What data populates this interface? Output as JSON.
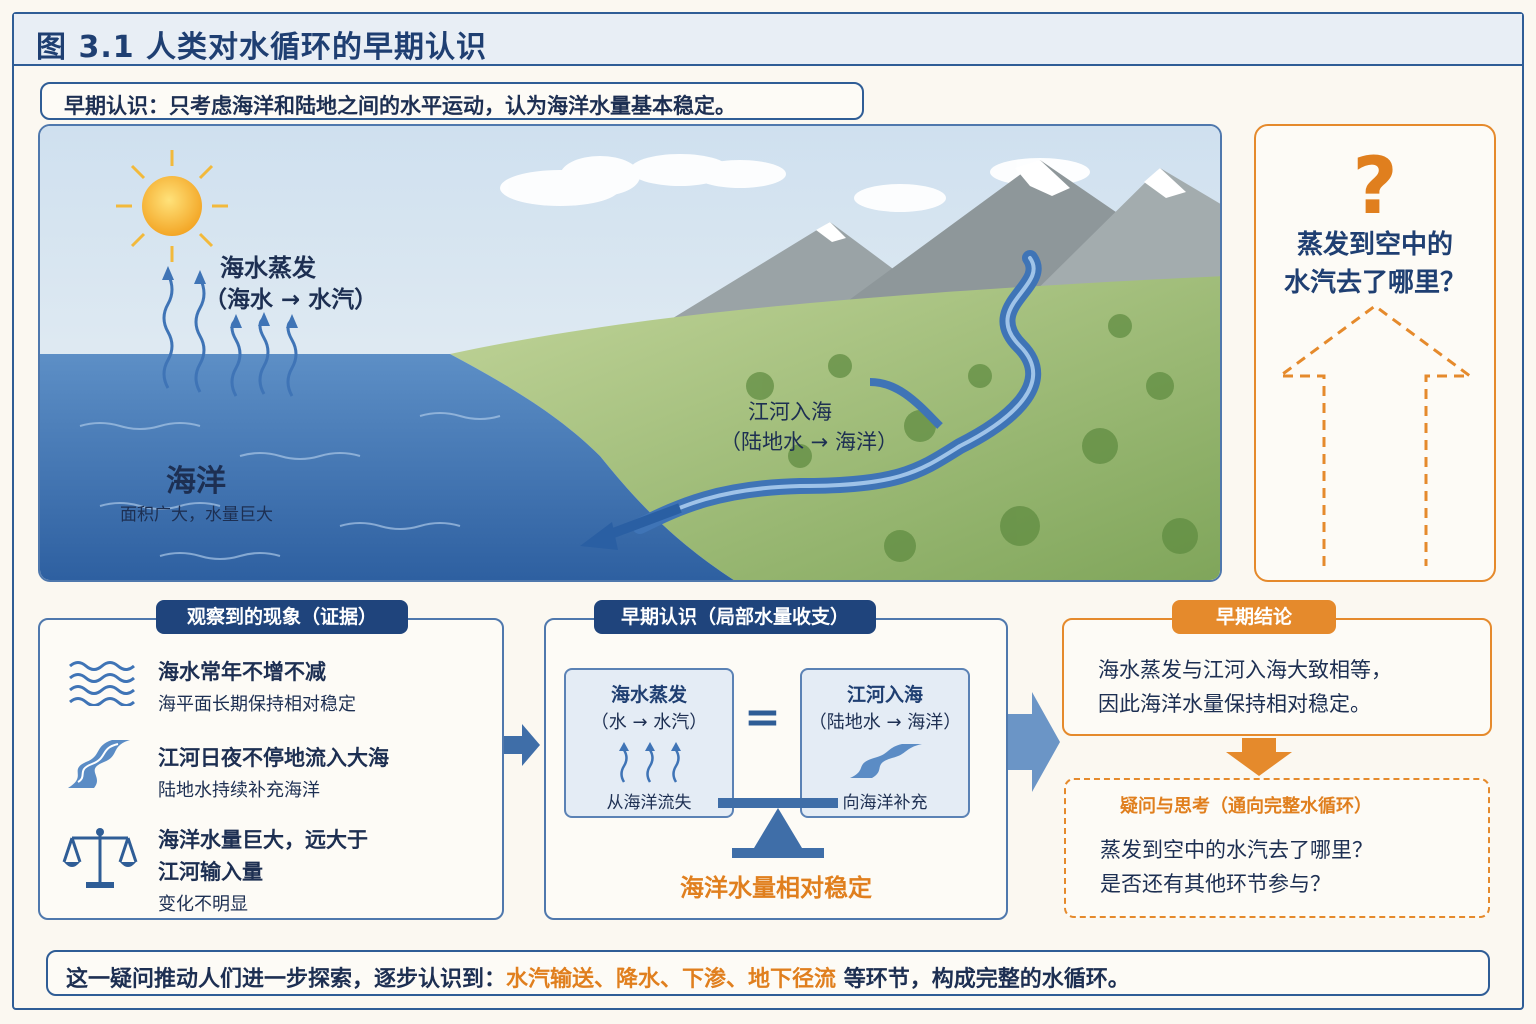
{
  "title": "图 3.1    人类对水循环的早期认识",
  "intro": "早期认识：只考虑海洋和陆地之间的水平运动，认为海洋水量基本稳定。",
  "scene": {
    "evaporation_label": "海水蒸发",
    "evaporation_sub": "（海水 → 水汽）",
    "ocean_label": "海洋",
    "ocean_sub": "面积广大，水量巨大",
    "river_label": "江河入海",
    "river_sub": "（陆地水 → 海洋）"
  },
  "question_box": {
    "mark": "?",
    "line1": "蒸发到空中的",
    "line2": "水汽去了哪里？"
  },
  "observations": {
    "tag": "观察到的现象（证据）",
    "items": [
      {
        "icon": "waves-icon",
        "main": "海水常年不增不减",
        "sub": "海平面长期保持相对稳定"
      },
      {
        "icon": "river-icon",
        "main": "江河日夜不停地流入大海",
        "sub": "陆地水持续补充海洋"
      },
      {
        "icon": "scale-icon",
        "main": "海洋水量巨大，远大于",
        "main2": "江河输入量",
        "sub": "变化不明显"
      }
    ]
  },
  "balance": {
    "tag": "早期认识（局部水量收支）",
    "left": {
      "title": "海水蒸发",
      "sub": "（水 → 水汽）",
      "foot": "从海洋流失"
    },
    "equals": "=",
    "right": {
      "title": "江河入海",
      "sub": "（陆地水 → 海洋）",
      "foot": "向海洋补充"
    },
    "result": "海洋水量相对稳定"
  },
  "conclusion": {
    "tag": "早期结论",
    "line1": "海水蒸发与江河入海大致相等，",
    "line2": "因此海洋水量保持相对稳定。"
  },
  "thinking": {
    "title": "疑问与思考（通向完整水循环）",
    "line1": "蒸发到空中的水汽去了哪里？",
    "line2": "是否还有其他环节参与？"
  },
  "footer": {
    "prefix": "这一疑问推动人们进一步探索，逐步认识到：",
    "highlight": "水汽输送、降水、下渗、地下径流",
    "suffix": " 等环节，构成完整的水循环。"
  },
  "colors": {
    "navy": "#1f447c",
    "orange": "#e58a2c",
    "ocean": "#3d72b4",
    "land": "#a7c47a"
  }
}
